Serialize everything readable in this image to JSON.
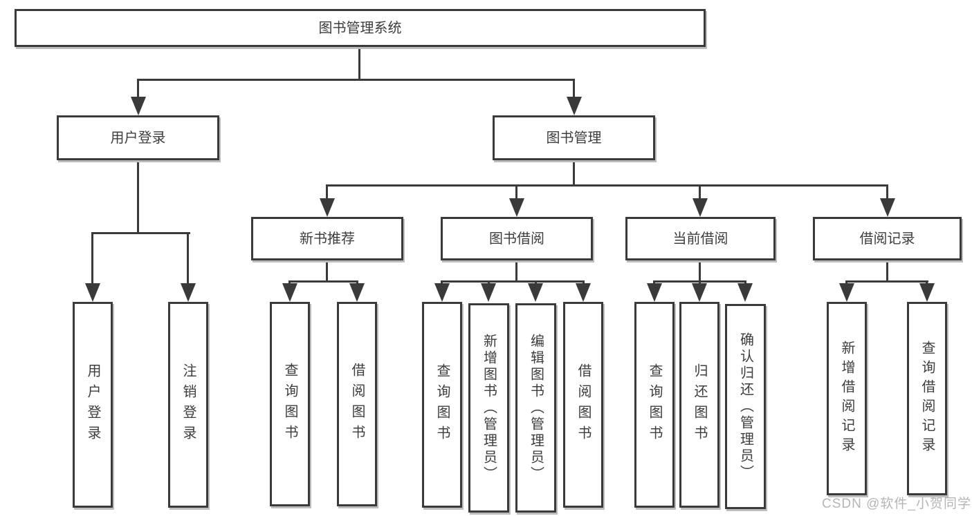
{
  "diagram": {
    "title": "图书管理系统",
    "root": {
      "label": "图书管理系统"
    },
    "branches": [
      {
        "label": "用户登录",
        "children": [
          {
            "label": "用户登录"
          },
          {
            "label": "注销登录"
          }
        ]
      },
      {
        "label": "图书管理",
        "children": [
          {
            "label": "新书推荐",
            "children": [
              {
                "label": "查询图书"
              },
              {
                "label": "借阅图书"
              }
            ]
          },
          {
            "label": "图书借阅",
            "children": [
              {
                "label": "查询图书"
              },
              {
                "label": "新增图书（管理员）"
              },
              {
                "label": "编辑图书（管理员）"
              },
              {
                "label": "借阅图书"
              }
            ]
          },
          {
            "label": "当前借阅",
            "children": [
              {
                "label": "查询图书"
              },
              {
                "label": "归还图书"
              },
              {
                "label": "确认归还（管理员）"
              }
            ]
          },
          {
            "label": "借阅记录",
            "children": [
              {
                "label": "新增借阅记录"
              },
              {
                "label": "查询借阅记录"
              }
            ]
          }
        ]
      }
    ]
  },
  "watermark": {
    "text": "CSDN @软件_小贺同学"
  },
  "colors": {
    "line": "#3a3a3a",
    "box_border": "#3a3a3a",
    "text": "#3d3d3d",
    "background": "#ffffff",
    "watermark": "#b5b5b5"
  }
}
